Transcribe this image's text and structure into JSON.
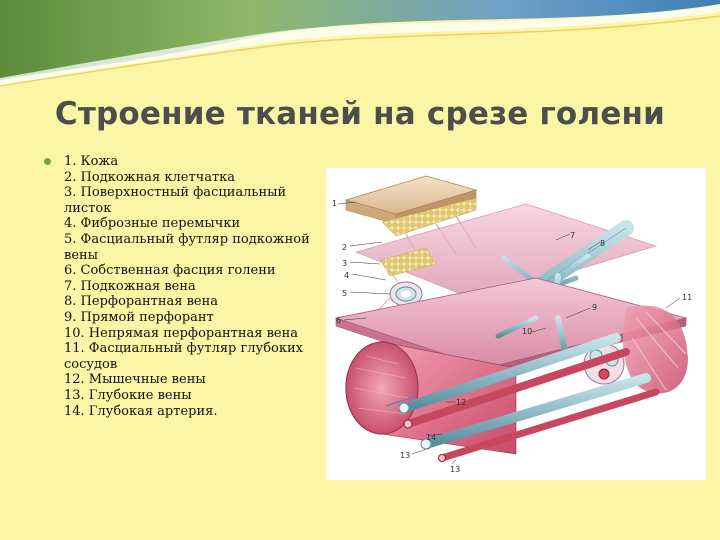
{
  "slide": {
    "title": "Строение тканей на срезе голени",
    "accent_color": "#7aa33a",
    "background_color": "#fbf6a6"
  },
  "legend": [
    "1.  Кожа",
    "2.  Подкожная клетчатка",
    "3.  Поверхностный фасциальный листок",
    "4.  Фиброзные перемычки",
    "5.  Фасциальный футляр подкожной вены",
    "6.  Собственная фасция голени",
    "7.  Подкожная вена",
    "8.  Перфорантная вена",
    "9.  Прямой перфорант",
    "10.  Непрямая перфорантная вена",
    "11. Фасциальный футляр глубоких сосудов",
    "12. Мышечные вены",
    "13. Глубокие вены",
    "14. Глубокая артерия."
  ],
  "figure": {
    "labels": [
      "1",
      "2",
      "3",
      "4",
      "5",
      "6",
      "7",
      "8",
      "9",
      "10",
      "11",
      "12",
      "13",
      "14",
      "13"
    ]
  }
}
